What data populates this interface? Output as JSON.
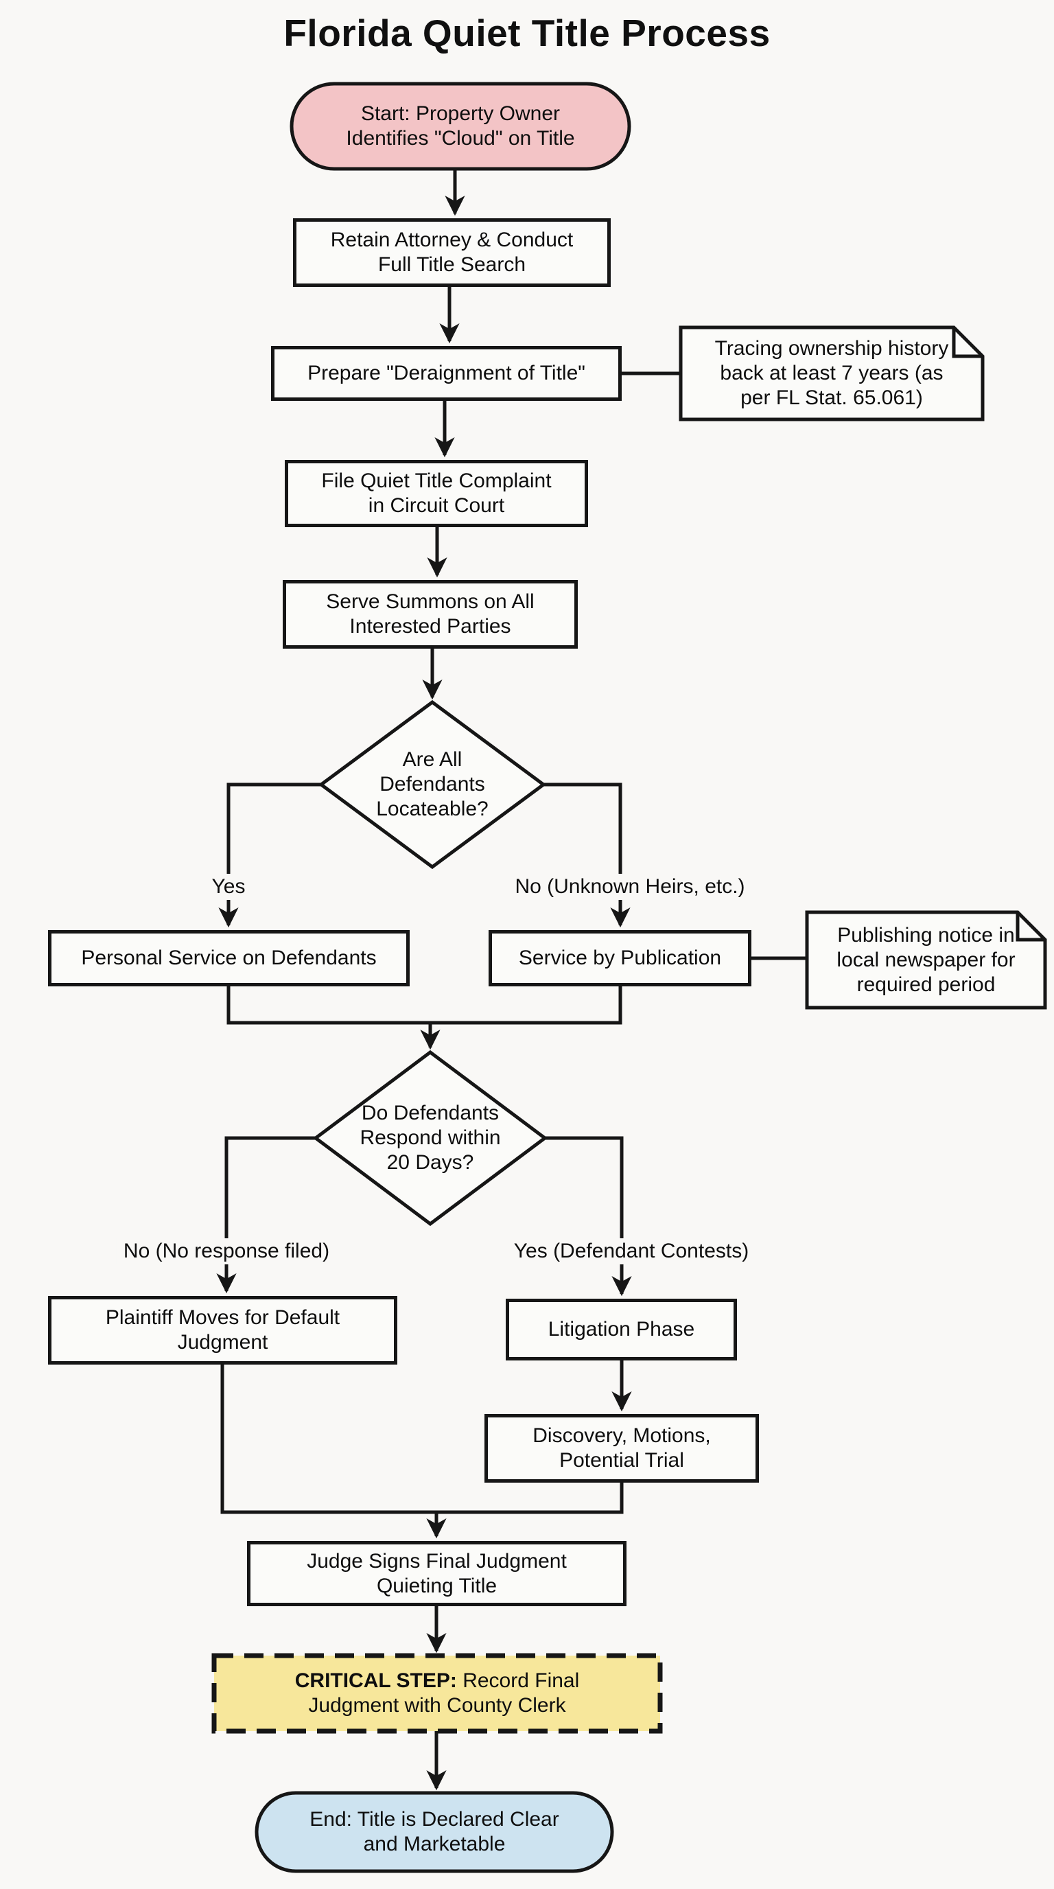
{
  "title": "Florida Quiet Title Process",
  "colors": {
    "background": "#f9f8f6",
    "line": "#161616",
    "start_fill": "#f3c4c6",
    "end_fill": "#cde3f0",
    "critical_fill": "#f7e79b",
    "box_fill": "#fbfbf9"
  },
  "nodes": {
    "start": {
      "lines": [
        "Start: Property Owner",
        "Identifies \"Cloud\" on Title"
      ]
    },
    "retain": {
      "lines": [
        "Retain Attorney & Conduct",
        "Full Title Search"
      ]
    },
    "prepare": {
      "lines": [
        "Prepare \"Deraignment of Title\""
      ]
    },
    "file": {
      "lines": [
        "File Quiet Title Complaint",
        "in Circuit Court"
      ]
    },
    "serve": {
      "lines": [
        "Serve Summons on All",
        "Interested Parties"
      ]
    },
    "decision_locateable": {
      "lines": [
        "Are All",
        "Defendants",
        "Locateable?"
      ]
    },
    "personal_service": {
      "lines": [
        "Personal Service on Defendants"
      ]
    },
    "publication": {
      "lines": [
        "Service by Publication"
      ]
    },
    "decision_respond": {
      "lines": [
        "Do Defendants",
        "Respond within",
        "20 Days?"
      ]
    },
    "default_judgment": {
      "lines": [
        "Plaintiff Moves for Default",
        "Judgment"
      ]
    },
    "litigation": {
      "lines": [
        "Litigation Phase"
      ]
    },
    "discovery": {
      "lines": [
        "Discovery, Motions,",
        "Potential Trial"
      ]
    },
    "judge": {
      "lines": [
        "Judge Signs Final Judgment",
        "Quieting Title"
      ]
    },
    "end": {
      "lines": [
        "End: Title is Declared Clear",
        "and Marketable"
      ]
    }
  },
  "notes": {
    "deraignment": {
      "lines": [
        "Tracing ownership history",
        "back at least 7 years (as",
        "per FL Stat. 65.061)"
      ]
    },
    "publication": {
      "lines": [
        "Publishing notice in",
        "local newspaper for",
        "required period"
      ]
    }
  },
  "critical": {
    "prefix": "CRITICAL STEP:",
    "line1_rest": " Record Final",
    "line2": "Judgment with County Clerk"
  },
  "edge_labels": {
    "locateable_yes": "Yes",
    "locateable_no": "No (Unknown Heirs, etc.)",
    "respond_no": "No (No response filed)",
    "respond_yes": "Yes (Defendant Contests)"
  }
}
